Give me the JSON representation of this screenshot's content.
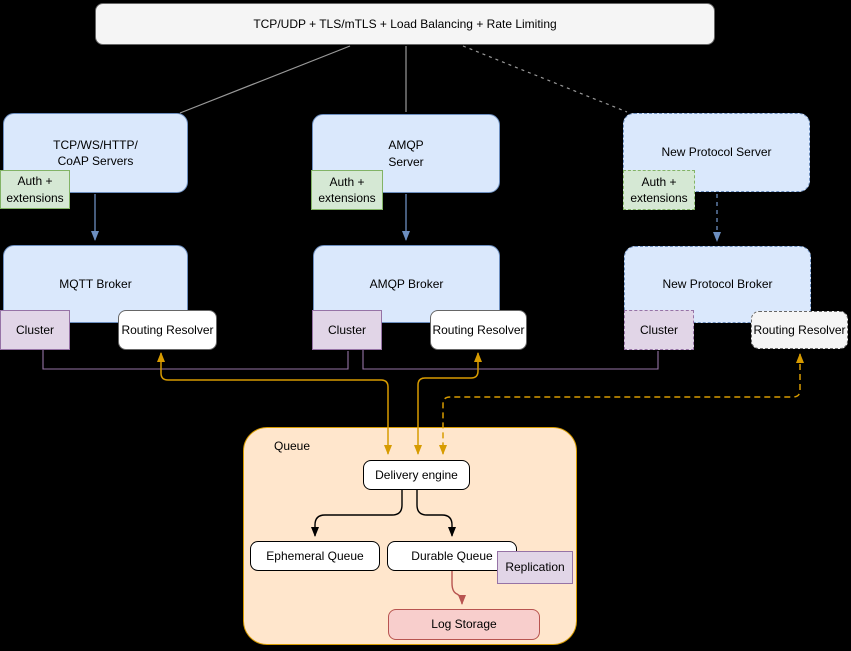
{
  "background": "#000000",
  "palette": {
    "blue_fill": "#dae8fc",
    "blue_stroke": "#6c8ebf",
    "green_fill": "#d5e8d4",
    "green_stroke": "#82b366",
    "purple_fill": "#e1d5e7",
    "purple_stroke": "#9673a6",
    "orange_fill": "#ffe6cc",
    "orange_stroke": "#d79b00",
    "gray_fill": "#f5f5f5",
    "gray_stroke": "#666666",
    "pink_fill": "#f8cecc",
    "red_stroke": "#b85450",
    "wire_gray": "#999999",
    "wire_black": "#000000"
  },
  "gateway": {
    "label": "TCP/UDP + TLS/mTLS + Load Balancing + Rate Limiting"
  },
  "servers": {
    "coap": "TCP/WS/HTTP/\nCoAP Servers",
    "amqp": "AMQP\nServer",
    "new_protocol": "New Protocol Server"
  },
  "auth_badge": "Auth +\nextensions",
  "brokers": {
    "mqtt": "MQTT Broker",
    "amqp": "AMQP Broker",
    "new_protocol": "New Protocol Broker"
  },
  "cluster_badge": "Cluster",
  "routing_resolver": "Routing Resolver",
  "queue": {
    "title": "Queue",
    "delivery_engine": "Delivery engine",
    "ephemeral": "Ephemeral Queue",
    "durable": "Durable Queue",
    "replication": "Replication",
    "log_storage": "Log Storage"
  }
}
